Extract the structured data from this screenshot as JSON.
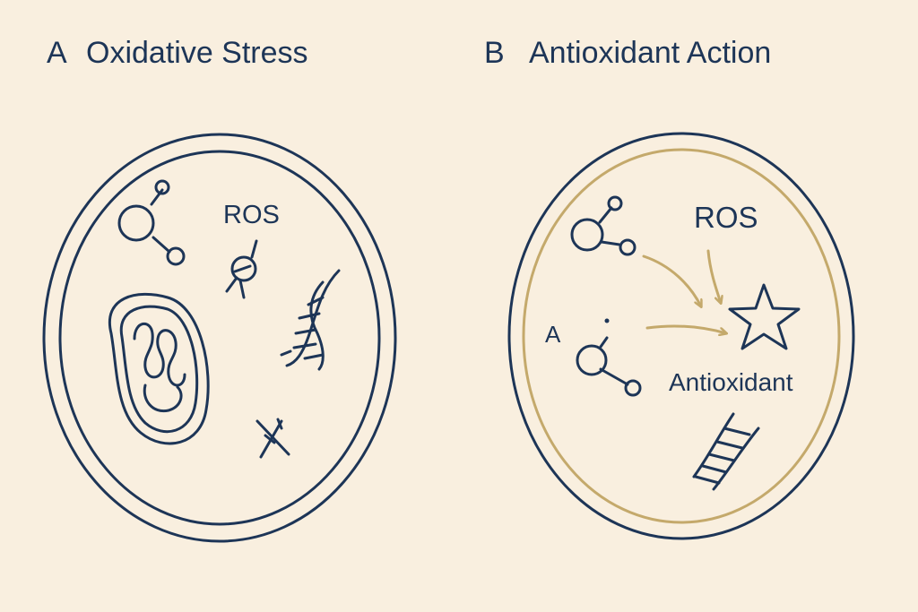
{
  "panel_a": {
    "letter": "A",
    "title": "Oxidative Stress",
    "ros_label": "ROS"
  },
  "panel_b": {
    "letter": "B",
    "title": "Antioxidant Action",
    "ros_label": "ROS",
    "a_label": "A",
    "antioxidant_label": "Antioxidant"
  },
  "colors": {
    "background": "#f9efdf",
    "ink": "#1d3557",
    "accent": "#c4a96b"
  }
}
